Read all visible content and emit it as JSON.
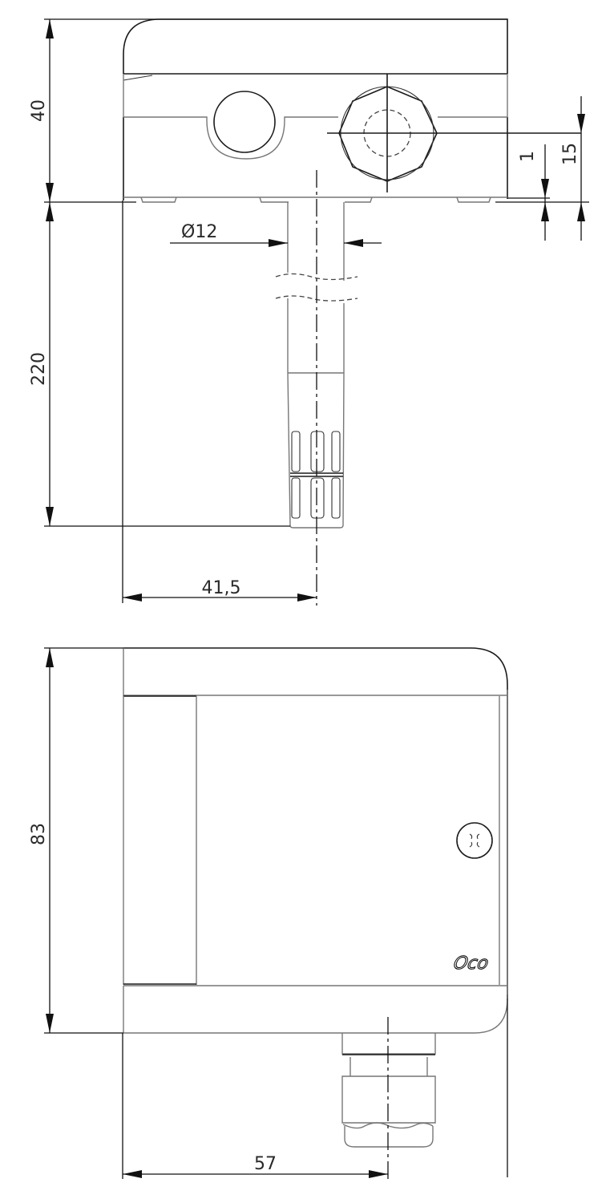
{
  "drawing": {
    "type": "technical-dimension-drawing",
    "views": [
      {
        "name": "front-view",
        "dimensions": {
          "housing_height": "40",
          "probe_length": "220",
          "probe_diameter": "Ø12",
          "probe_offset": "41,5",
          "gland_offset": "15",
          "foot_height": "1"
        }
      },
      {
        "name": "top-view",
        "dimensions": {
          "housing_depth": "83",
          "gland_offset": "57"
        },
        "logo_text": "Oco"
      }
    ],
    "colors": {
      "line": "#1a1a1a",
      "dimension_text": "#2a2a2a",
      "background": "#ffffff"
    }
  }
}
